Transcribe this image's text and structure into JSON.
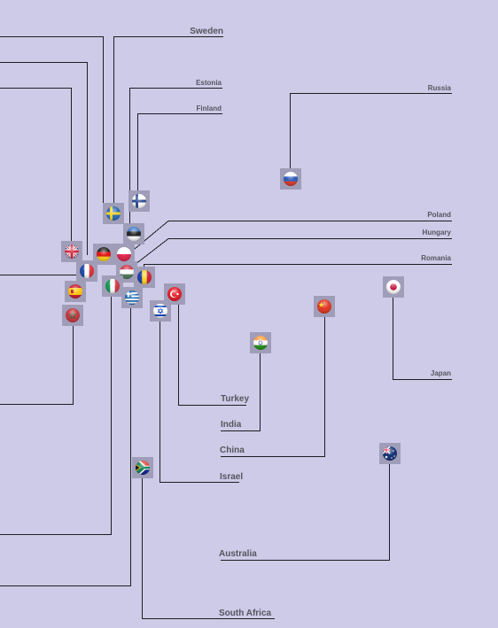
{
  "colors": {
    "background": "#cdcbe7",
    "line": "#1e1e24",
    "label": "#55555f",
    "flag_tile": "#9f9db8"
  },
  "countries": [
    {
      "name": "Sweden",
      "flag_icon": "sweden-flag-icon"
    },
    {
      "name": "Estonia",
      "flag_icon": "estonia-flag-icon"
    },
    {
      "name": "Finland",
      "flag_icon": "finland-flag-icon"
    },
    {
      "name": "Russia",
      "flag_icon": "russia-flag-icon"
    },
    {
      "name": "Poland",
      "flag_icon": "poland-flag-icon"
    },
    {
      "name": "Hungary",
      "flag_icon": "hungary-flag-icon"
    },
    {
      "name": "Romania",
      "flag_icon": "romania-flag-icon"
    },
    {
      "name": "Japan",
      "flag_icon": "japan-flag-icon"
    },
    {
      "name": "Turkey",
      "flag_icon": "turkey-flag-icon"
    },
    {
      "name": "India",
      "flag_icon": "india-flag-icon"
    },
    {
      "name": "China",
      "flag_icon": "china-flag-icon"
    },
    {
      "name": "Israel",
      "flag_icon": "israel-flag-icon"
    },
    {
      "name": "Australia",
      "flag_icon": "australia-flag-icon"
    },
    {
      "name": "South Africa",
      "flag_icon": "south-africa-flag-icon"
    }
  ],
  "unlabeled_flags": [
    "united-kingdom-flag-icon",
    "germany-flag-icon",
    "france-flag-icon",
    "spain-flag-icon",
    "morocco-flag-icon",
    "italy-flag-icon",
    "greece-flag-icon"
  ]
}
